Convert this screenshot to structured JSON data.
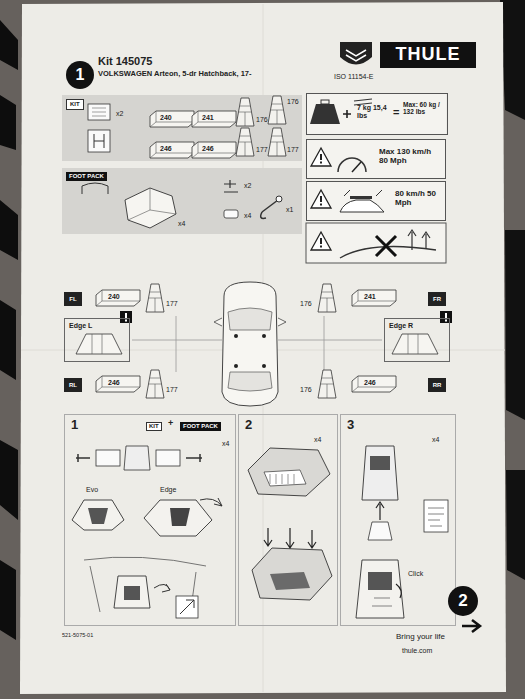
{
  "diagram": {
    "title": "Kit 145075",
    "nodes": [
      {
        "text": [
          "1"
        ]
      },
      {
        "text": [
          "THULE"
        ]
      },
      {
        "text": [
          "KIT"
        ]
      },
      {
        "text": [
          "FOOT PACK"
        ]
      },
      {
        "text": [
          "7 kg 15,4 lbs",
          "Max: 60 kg / 132 lbs"
        ]
      },
      {
        "text": [
          "Max 130 km/h 80 Mph"
        ]
      },
      {
        "text": [
          "80 km/h 50 Mph"
        ]
      },
      {
        "text": [
          "FL"
        ]
      },
      {
        "text": [
          "FR"
        ]
      },
      {
        "text": [
          "Edge L"
        ]
      },
      {
        "text": [
          "Edge R"
        ]
      },
      {
        "text": [
          "RL"
        ]
      },
      {
        "text": [
          "RR"
        ]
      },
      {
        "text": [
          "1"
        ]
      },
      {
        "text": [
          "2"
        ]
      },
      {
        "text": [
          "3"
        ]
      },
      {
        "text": [
          "2"
        ]
      }
    ],
    "labels": [
      "VOLKSWAGEN Arteon, 5-dr Hatchback, 17-",
      "ISO 11154-E",
      "x2",
      "240",
      "241",
      "176",
      "176",
      "246",
      "246",
      "177",
      "177",
      "x4",
      "x2",
      "x4",
      "x1",
      "=",
      "240",
      "177",
      "176",
      "241",
      "246",
      "177",
      "176",
      "246",
      "KIT",
      "+",
      "FOOT PACK",
      "x4",
      "Evo",
      "Edge",
      "x4",
      "x4",
      "Click",
      "Bring your life",
      "thule.com",
      "521-5075-01"
    ]
  }
}
